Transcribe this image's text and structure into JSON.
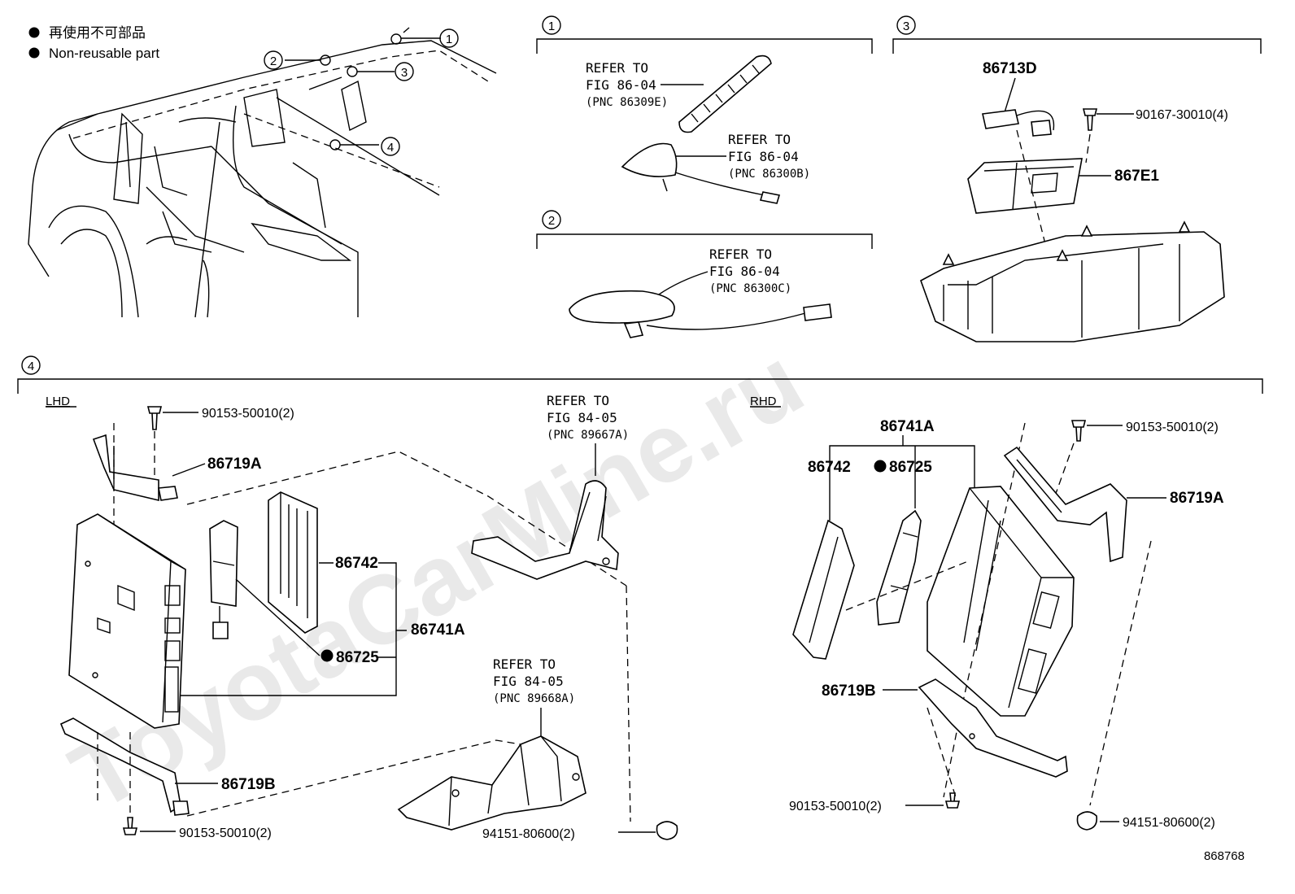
{
  "legend": {
    "jp": "再使用不可部品",
    "en": "Non-reusable part"
  },
  "watermark": "ToyotaCarMine.ru",
  "sections": {
    "s1": "1",
    "s2": "2",
    "s3": "3",
    "s4": "4"
  },
  "overview_callouts": [
    "1",
    "2",
    "3",
    "4"
  ],
  "refs": {
    "r1": {
      "a": "REFER TO",
      "b": "FIG 86-04",
      "c": "(PNC 86309E)"
    },
    "r2": {
      "a": "REFER TO",
      "b": "FIG 86-04",
      "c": "(PNC 86300B)"
    },
    "r3": {
      "a": "REFER TO",
      "b": "FIG 86-04",
      "c": "(PNC 86300C)"
    },
    "r4": {
      "a": "REFER TO",
      "b": "FIG 84-05",
      "c": "(PNC 89667A)"
    },
    "r5": {
      "a": "REFER TO",
      "b": "FIG 84-05",
      "c": "(PNC 89668A)"
    }
  },
  "sec3_parts": {
    "p1": "86713D",
    "p2": "90167-30010(4)",
    "p3": "867E1"
  },
  "lhd": {
    "title": "LHD",
    "bolt_top": "90153-50010(2)",
    "bracket_a": "86719A",
    "p86742": "86742",
    "p86725": "86725",
    "p86741A": "86741A",
    "bracket_b": "86719B",
    "bolt_bottom": "90153-50010(2)",
    "clip": "94151-80600(2)"
  },
  "rhd": {
    "title": "RHD",
    "p86741A": "86741A",
    "p86742": "86742",
    "p86725": "86725",
    "bolt_top": "90153-50010(2)",
    "bracket_a": "86719A",
    "bracket_b": "86719B",
    "bolt_bottom": "90153-50010(2)",
    "clip": "94151-80600(2)"
  },
  "figure_number": "868768"
}
